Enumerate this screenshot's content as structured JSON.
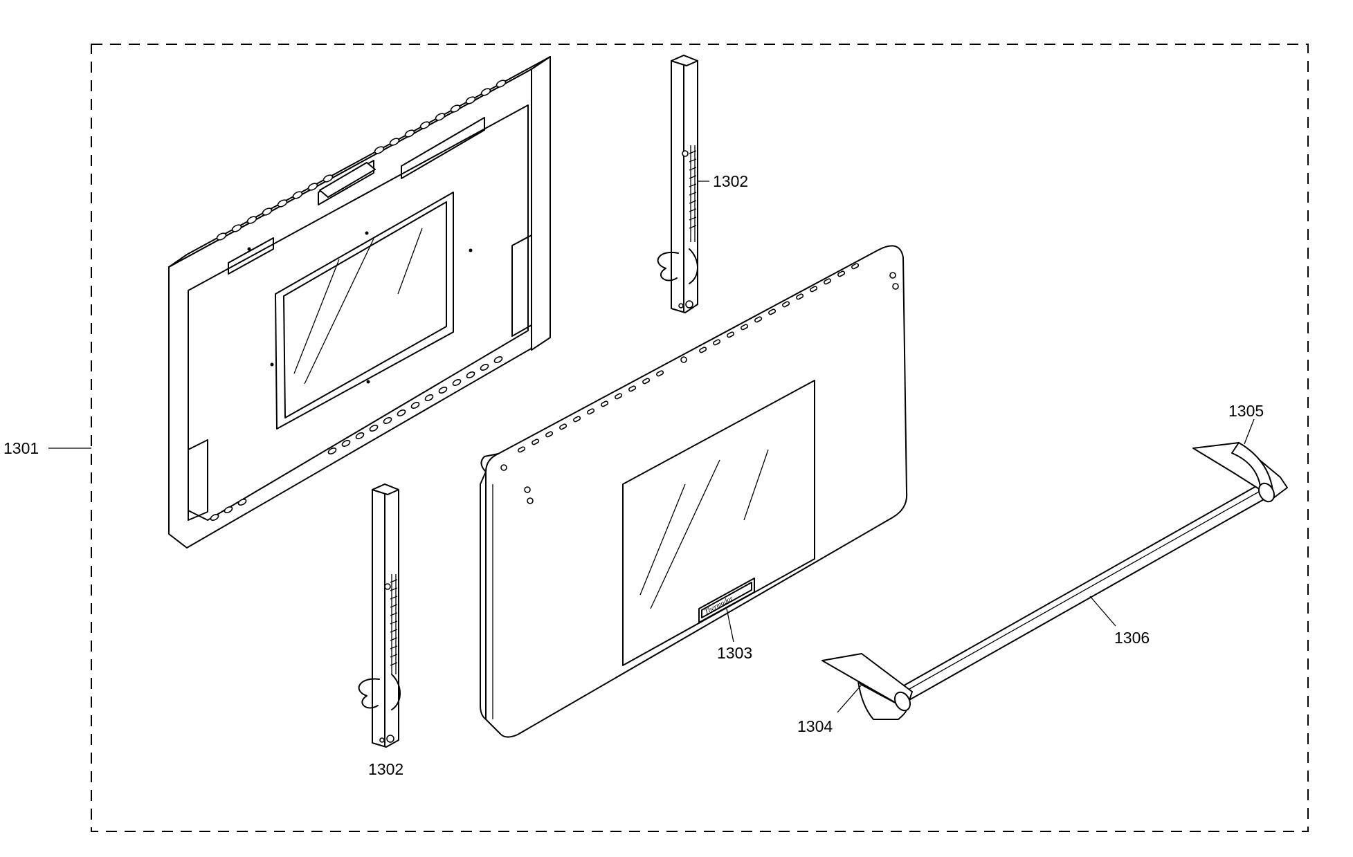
{
  "callouts": {
    "assembly": "1301",
    "hinge_upper": "1302",
    "hinge_lower": "1302",
    "nameplate": "1303",
    "handle_bracket_left": "1304",
    "handle_bracket_right": "1305",
    "handle_bar": "1306"
  },
  "nameplate_text": "Thermador"
}
